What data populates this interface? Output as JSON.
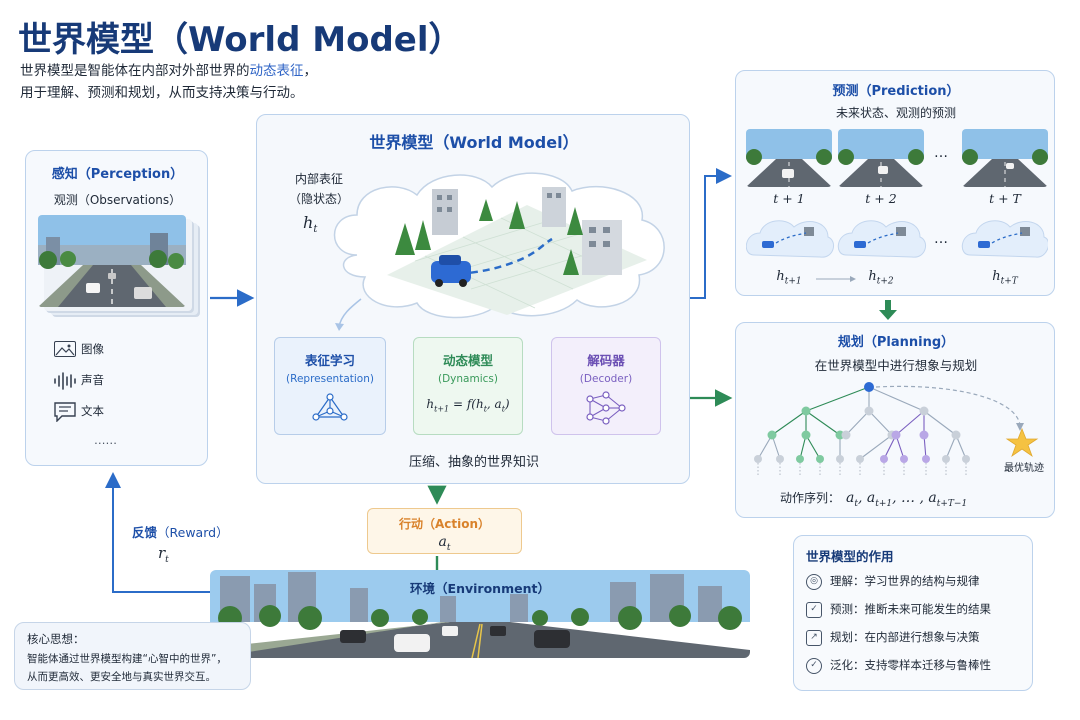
{
  "header": {
    "title": "世界模型（World Model）",
    "subtitle_line1_a": "世界模型是智能体在内部对外部世界的",
    "subtitle_line1_b": "动态表征",
    "subtitle_line1_c": "，",
    "subtitle_line2": "用于理解、预测和规划，从而支持决策与行动。"
  },
  "perception": {
    "title": "感知（Perception）",
    "subtitle": "观测（Observations）",
    "modalities": [
      {
        "icon": "image-icon",
        "label": "图像"
      },
      {
        "icon": "audio-waveform-icon",
        "label": "声音"
      },
      {
        "icon": "text-message-icon",
        "label": "文本"
      },
      {
        "icon": "",
        "label": "……"
      }
    ]
  },
  "world_model": {
    "title": "世界模型（World Model）",
    "internal_label_line1": "内部表征",
    "internal_label_line2": "（隐状态）",
    "hidden_state": "h",
    "hidden_state_sub": "t",
    "modules": [
      {
        "name": "表征学习",
        "en": "(Representation)"
      },
      {
        "name": "动态模型",
        "en": "(Dynamics)",
        "formula": "h",
        "formula_sub": "t+1",
        "formula_rest": " = f(h",
        "formula_sub2": "t",
        "formula_end": ", a",
        "formula_sub3": "t",
        "formula_close": ")"
      },
      {
        "name": "解码器",
        "en": "(Decoder)"
      }
    ],
    "footer": "压缩、抽象的世界知识"
  },
  "prediction": {
    "title": "预测（Prediction）",
    "subtitle": "未来状态、观测的预测",
    "time_labels": [
      "t + 1",
      "t + 2",
      "t + T"
    ],
    "h_labels": [
      {
        "base": "h",
        "sub": "t+1"
      },
      {
        "base": "h",
        "sub": "t+2"
      },
      {
        "base": "h",
        "sub": "t+T"
      }
    ],
    "ellipsis": "…"
  },
  "planning": {
    "title": "规划（Planning）",
    "subtitle": "在世界模型中进行想象与规划",
    "best_label": "最优轨迹",
    "sequence_label": "动作序列：",
    "sequence_formula_parts": [
      "a",
      "t",
      ", a",
      "t+1",
      ", … , a",
      "t+T−1"
    ]
  },
  "action": {
    "title": "行动（Action）",
    "symbol": "a",
    "symbol_sub": "t"
  },
  "reward": {
    "label_a": "反馈",
    "label_b": "（Reward）",
    "symbol": "r",
    "symbol_sub": "t"
  },
  "environment": {
    "title": "环境（Environment）"
  },
  "core_idea": {
    "title": "核心思想：",
    "line1": "智能体通过世界模型构建“心智中的世界”，",
    "line2": "从而更高效、更安全地与真实世界交互。"
  },
  "roles": {
    "title": "世界模型的作用",
    "items": [
      {
        "icon": "brain-icon",
        "label": "理解：学习世界的结构与规律"
      },
      {
        "icon": "checklist-icon",
        "label": "预测：推断未来可能发生的结果"
      },
      {
        "icon": "chart-icon",
        "label": "规划：在内部进行想象与决策"
      },
      {
        "icon": "shield-check-icon",
        "label": "泛化：支持零样本迁移与鲁棒性"
      }
    ]
  },
  "colors": {
    "accent_blue": "#1d4fa8",
    "arrow_blue": "#2b6cc8",
    "arrow_green": "#2e8b57",
    "action_orange": "#d9822b",
    "dynamics_green": "#3a9a5b",
    "decoder_purple": "#7a5fc0"
  }
}
